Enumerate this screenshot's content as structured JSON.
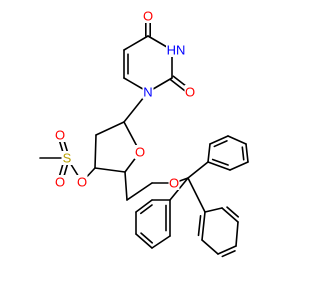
{
  "atoms": {
    "o_top": {
      "text": "O",
      "color": "#ff0000"
    },
    "nh": {
      "text": "HN",
      "color": "#0000ff"
    },
    "o_right": {
      "text": "O",
      "color": "#ff0000"
    },
    "n1": {
      "text": "N",
      "color": "#0000ff"
    },
    "o_ring": {
      "text": "O",
      "color": "#ff0000"
    },
    "o_ether": {
      "text": "O",
      "color": "#ff0000"
    },
    "o_mesyl": {
      "text": "O",
      "color": "#ff0000"
    },
    "s": {
      "text": "S",
      "color": "#b8a000"
    },
    "o_s_up": {
      "text": "O",
      "color": "#ff0000"
    },
    "o_s_down": {
      "text": "O",
      "color": "#ff0000"
    }
  },
  "bond_color": "#000000"
}
